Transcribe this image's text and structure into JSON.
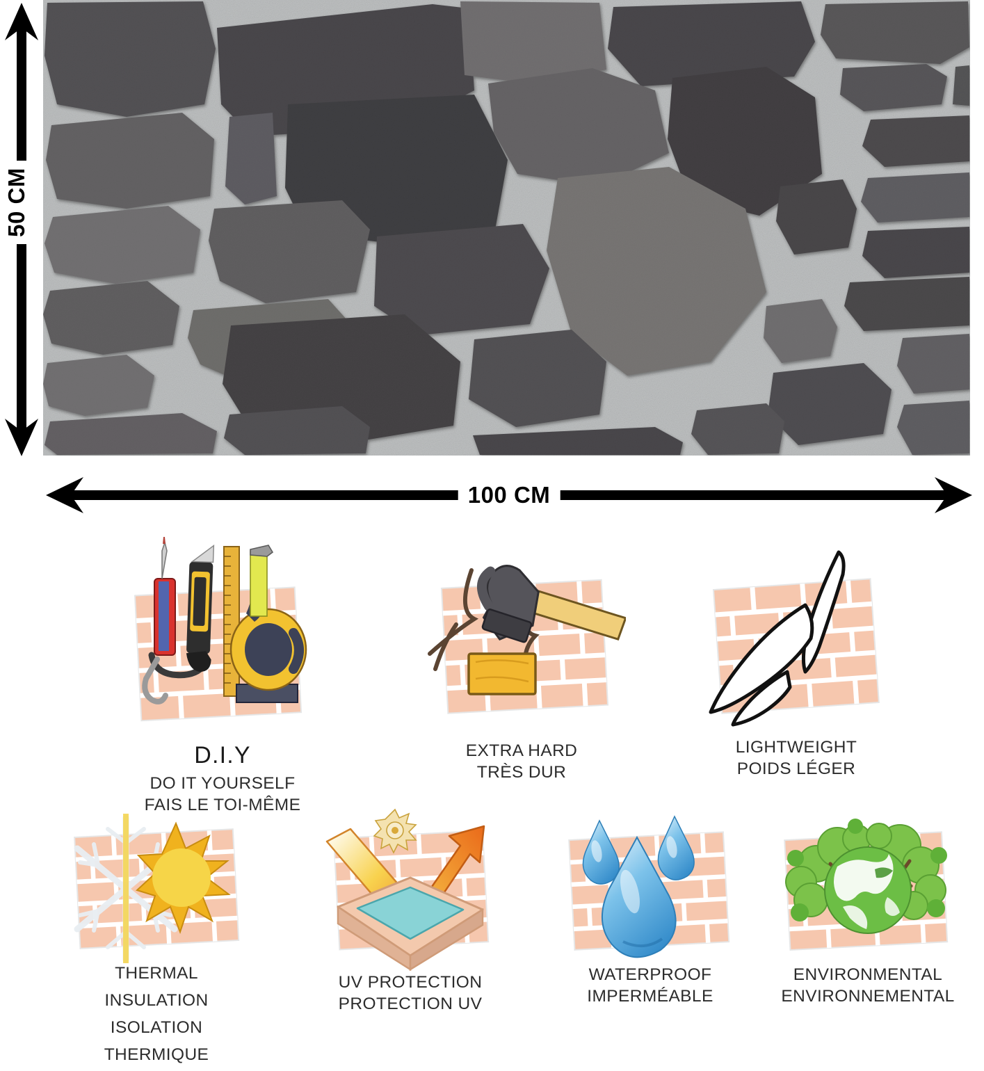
{
  "dimensions": {
    "height_label": "50 CM",
    "width_label": "100 CM",
    "vertical_arrow_icon": "double-arrow-vertical-icon",
    "horizontal_arrow_icon": "double-arrow-horizontal-icon"
  },
  "product_image": {
    "alt": "grey stone cladding wall panel",
    "mortar_color": "#c9cccd",
    "stone_dark": "#3d3b3c",
    "stone_mid": "#5d5b5c",
    "stone_light": "#7c7a7b"
  },
  "features": [
    {
      "id": "diy",
      "icon": "diy-tools-icon",
      "title": "D.I.Y",
      "lines": [
        "DO IT YOURSELF",
        "FAIS LE TOI-MÊME"
      ]
    },
    {
      "id": "extra-hard",
      "icon": "hammer-icon",
      "title": "",
      "lines": [
        "EXTRA HARD",
        "TRÈS DUR"
      ]
    },
    {
      "id": "lightweight",
      "icon": "feather-icon",
      "title": "",
      "lines": [
        "LIGHTWEIGHT",
        "POIDS LÉGER"
      ]
    },
    {
      "id": "thermal",
      "icon": "snowflake-sun-icon",
      "title": "",
      "lines": [
        "THERMAL",
        "INSULATION",
        "ISOLATION",
        "THERMIQUE"
      ]
    },
    {
      "id": "uv",
      "icon": "uv-shield-icon",
      "title": "",
      "lines": [
        "UV PROTECTION",
        "PROTECTION UV"
      ]
    },
    {
      "id": "waterproof",
      "icon": "water-drops-icon",
      "title": "",
      "lines": [
        "WATERPROOF",
        "IMPERMÉABLE"
      ]
    },
    {
      "id": "environmental",
      "icon": "green-globe-icon",
      "title": "",
      "lines": [
        "ENVIRONMENTAL",
        "ENVIRONNEMENTAL"
      ]
    }
  ],
  "colors": {
    "brick_tile": "#f6c7ae",
    "brick_mortar": "#ffffff",
    "text": "#2c2c2c",
    "accent_yellow": "#f2c230",
    "accent_orange": "#f08a2a",
    "accent_blue": "#4fa8e0",
    "accent_green": "#6cbe45"
  }
}
